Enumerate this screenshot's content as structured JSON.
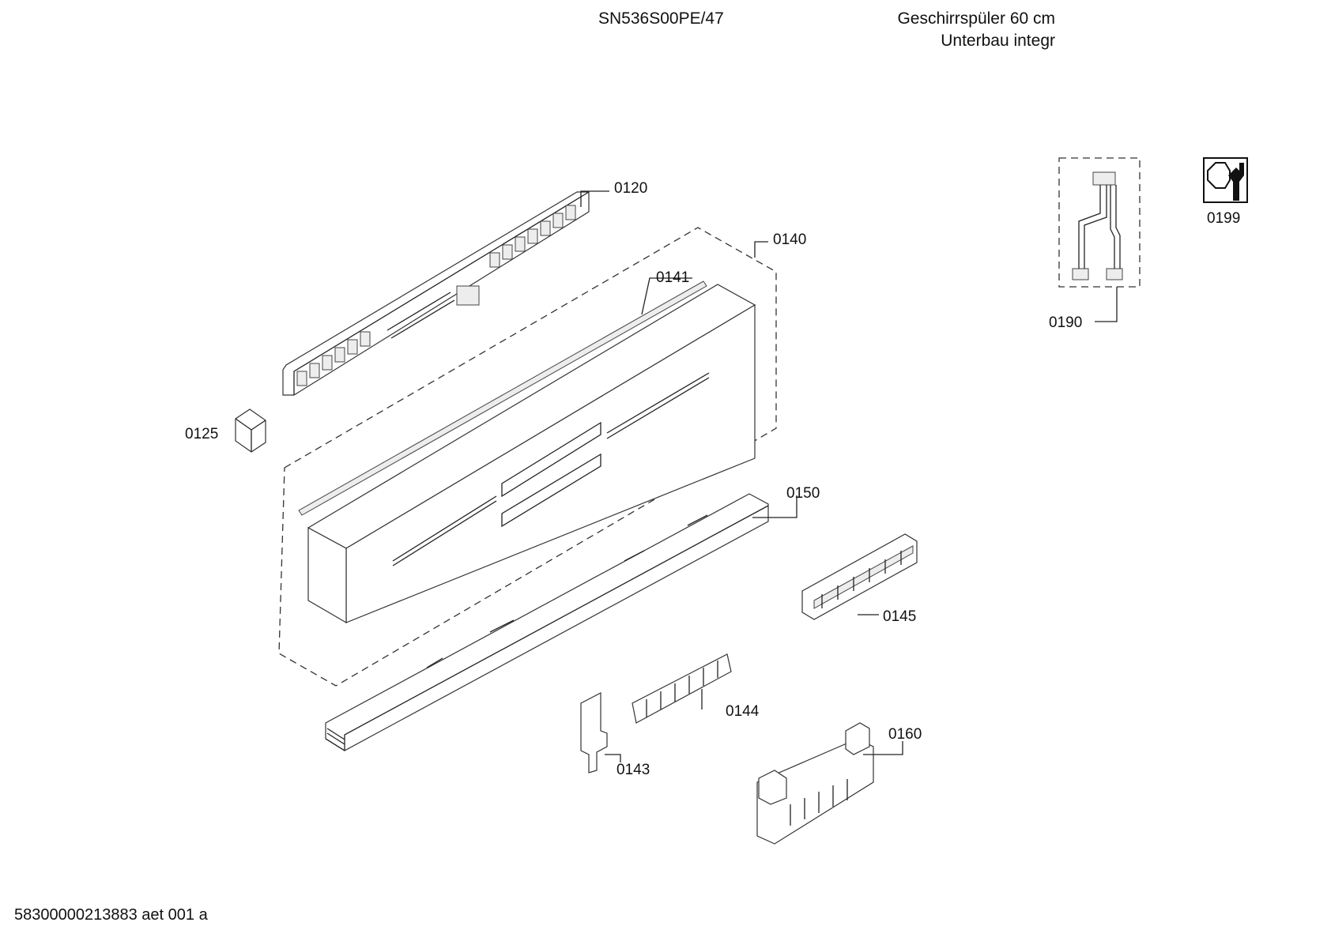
{
  "header": {
    "model": "SN536S00PE/47",
    "description_line1": "Geschirrspüler 60 cm",
    "description_line2": "Unterbau integr"
  },
  "footer": {
    "document_number": "58300000213883 aet 001 a"
  },
  "callouts": {
    "c0120": "0120",
    "c0125": "0125",
    "c0140": "0140",
    "c0141": "0141",
    "c0143": "0143",
    "c0144": "0144",
    "c0145": "0145",
    "c0150": "0150",
    "c0160": "0160",
    "c0190": "0190",
    "c0199": "0199"
  },
  "icons": {
    "tool_symbol": "wrench-nut-icon"
  }
}
